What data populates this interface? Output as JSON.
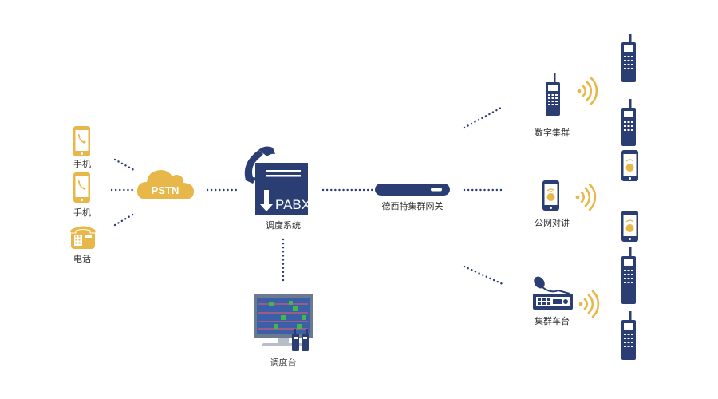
{
  "nodes": {
    "phone_1": {
      "label": "手机"
    },
    "phone_2": {
      "label": "手机"
    },
    "telephone": {
      "label": "电话"
    },
    "pstn": {
      "label": "PSTN"
    },
    "pabx": {
      "label": "调度系统",
      "box_text": "PABX"
    },
    "console": {
      "label": "调度台"
    },
    "gateway": {
      "label": "德西特集群网关"
    },
    "digital_trunk": {
      "label": "数字集群"
    },
    "poc": {
      "label": "公网对讲"
    },
    "vehicle_radio": {
      "label": "集群车台"
    }
  },
  "colors": {
    "navy": "#2b3e73",
    "gold": "#e8b74a",
    "dots": "#2b3e73",
    "screen": "#3b5fa8",
    "label": "#333333"
  }
}
